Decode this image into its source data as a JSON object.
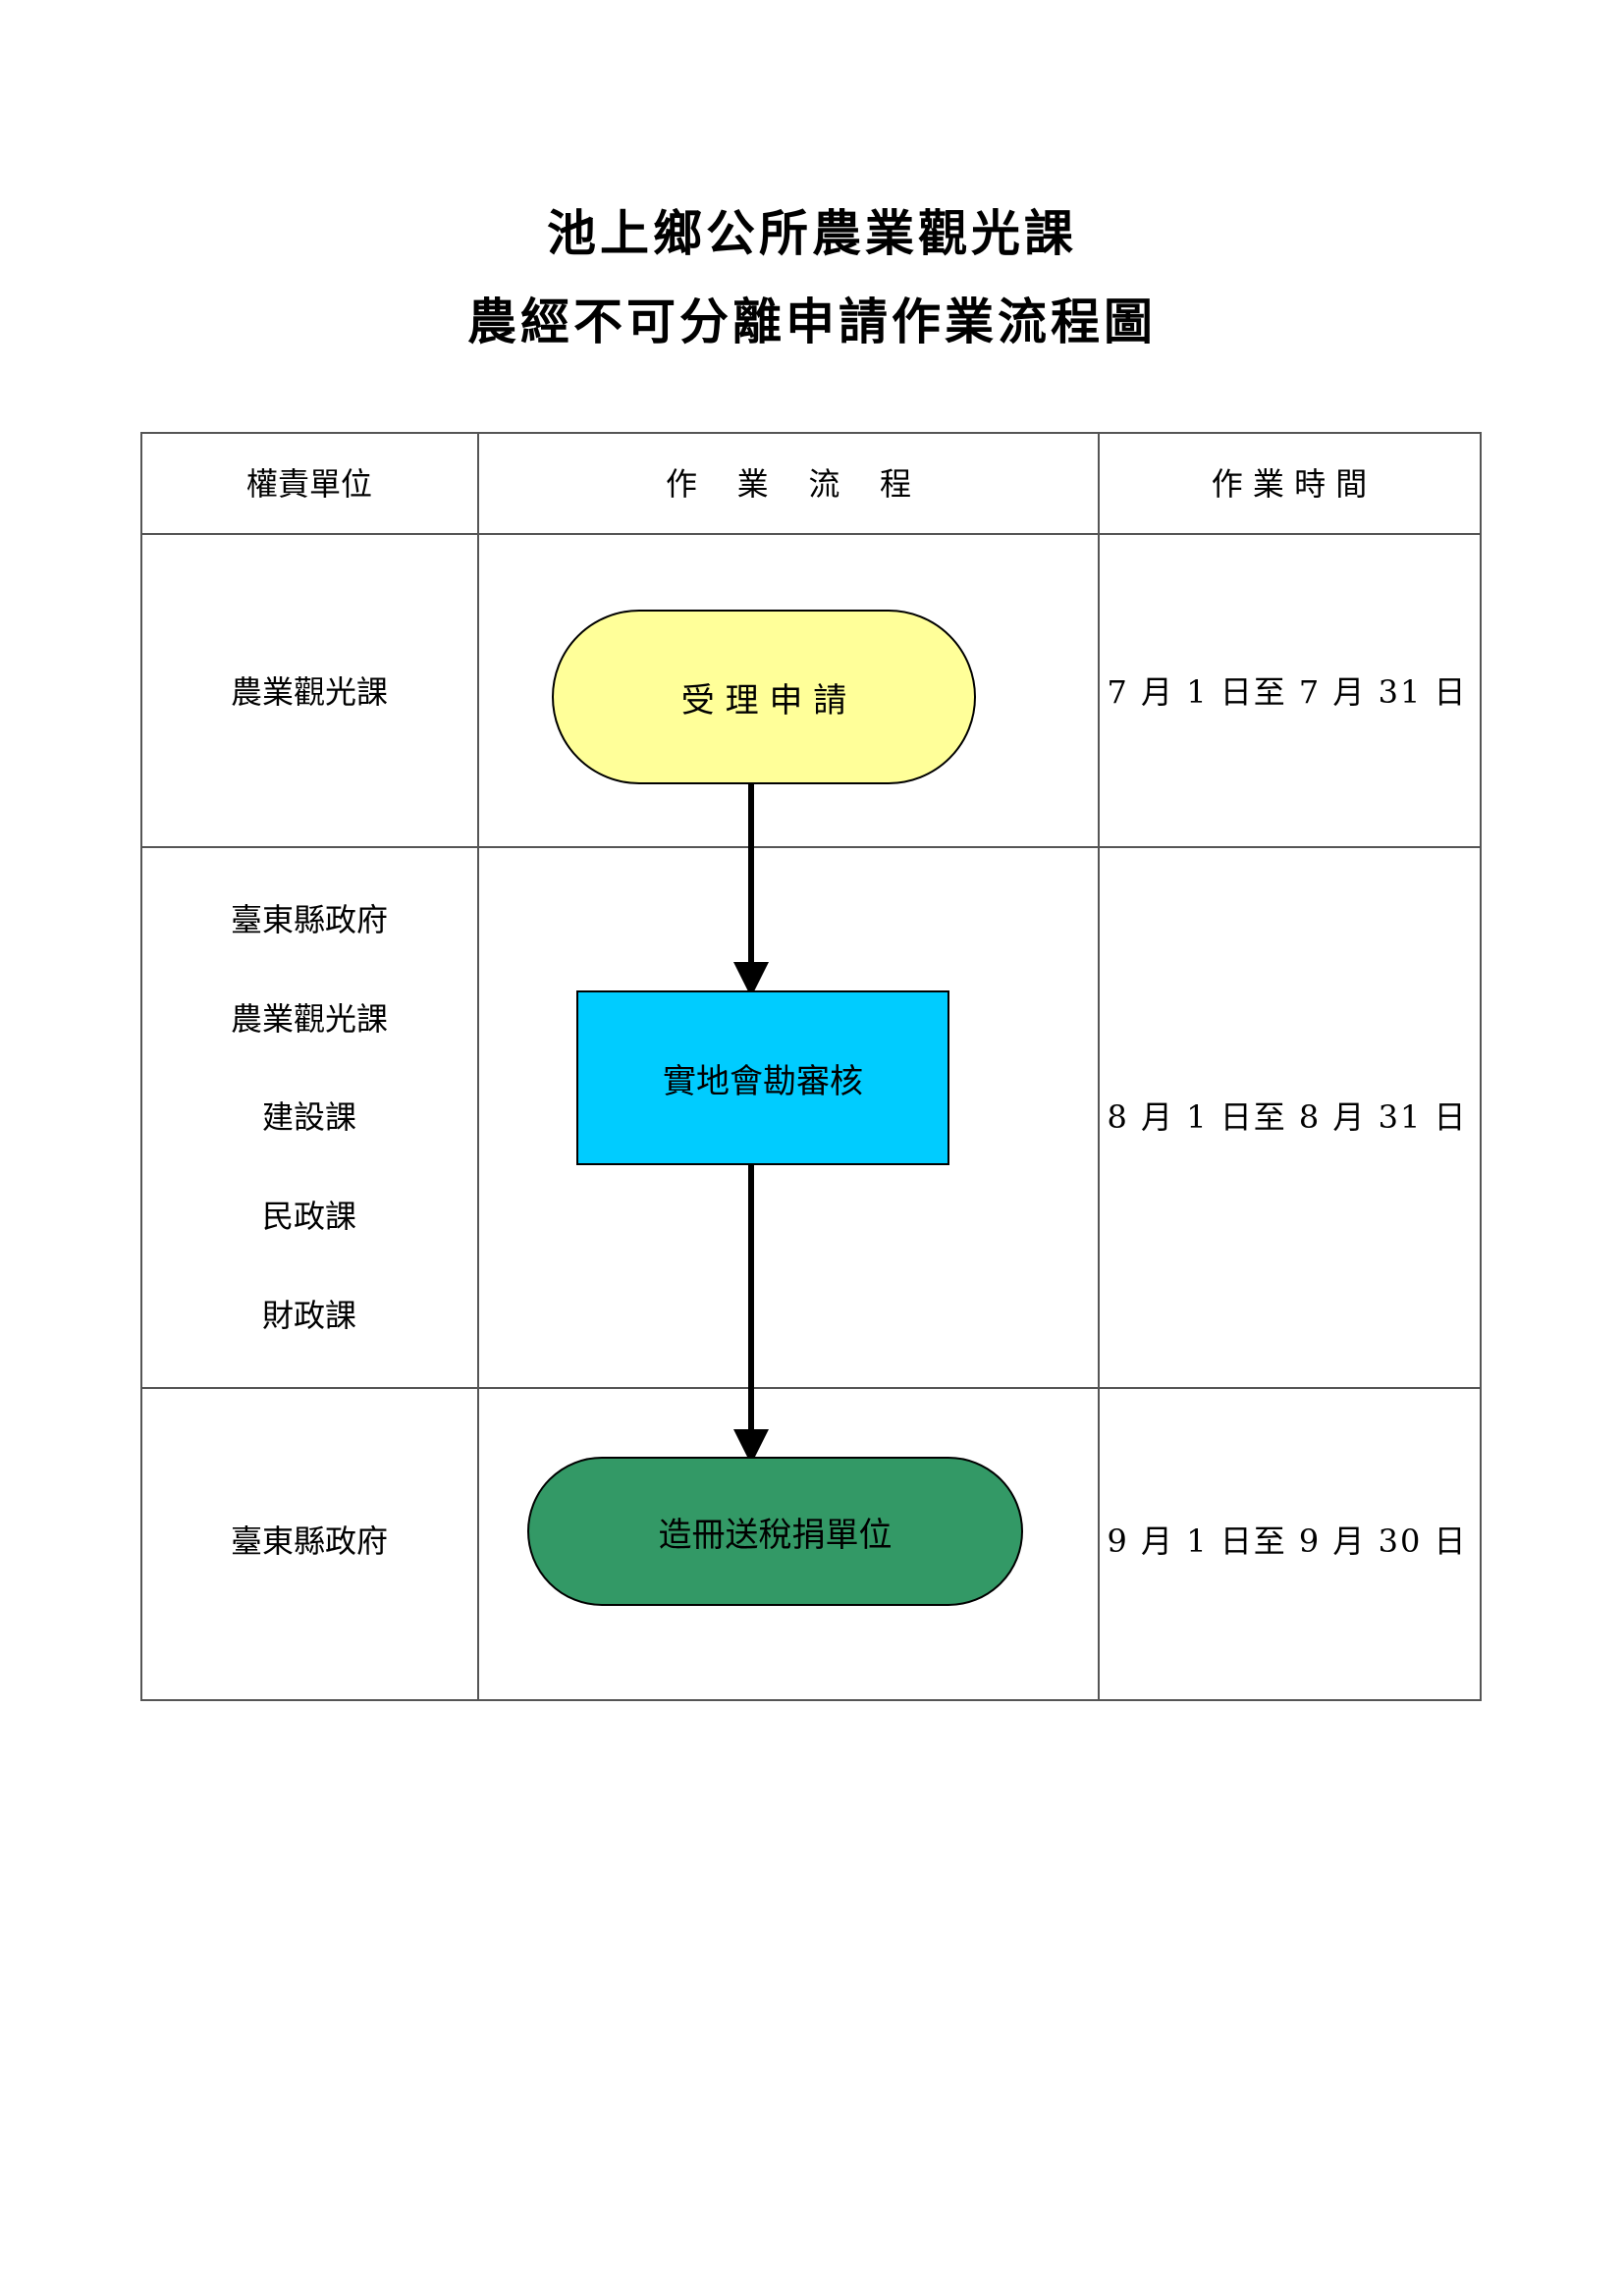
{
  "title": {
    "line1": "池上鄉公所農業觀光課",
    "line2": "農經不可分離申請作業流程圖"
  },
  "table": {
    "headers": {
      "unit": "權責單位",
      "process": "作    業    流    程",
      "time": "作 業 時 間"
    },
    "rows": [
      {
        "units": [
          "農業觀光課"
        ],
        "time": "7 月 1 日至 7 月 31 日"
      },
      {
        "units": [
          "臺東縣政府",
          "農業觀光課",
          "建設課",
          "民政課",
          "財政課"
        ],
        "time": "8 月 1 日至 8 月 31 日"
      },
      {
        "units": [
          "臺東縣政府"
        ],
        "time": "9 月 1 日至 9 月 30 日"
      }
    ]
  },
  "flow": {
    "nodes": [
      {
        "label": "受 理 申 請",
        "shape": "rounded",
        "color": "#FFFF99"
      },
      {
        "label": "實地會勘審核",
        "shape": "rectangle",
        "color": "#00CCFF"
      },
      {
        "label": "造冊送稅捐單位",
        "shape": "rounded",
        "color": "#339966"
      }
    ]
  }
}
